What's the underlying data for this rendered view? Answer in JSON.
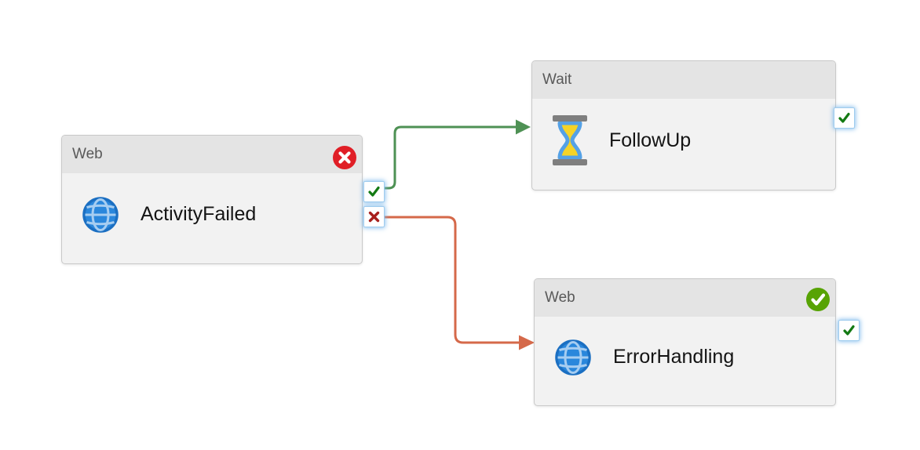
{
  "canvas": {
    "background": "#ffffff",
    "description": "Pipeline activity diagram with three activity nodes and two dependency connectors"
  },
  "colors": {
    "success_connector": "#4e9154",
    "failure_connector": "#d5694a",
    "port_check_glyph": "#137a13",
    "port_cross_glyph": "#a8201d",
    "badge_failed_bg": "#e01e26",
    "badge_succeeded_bg": "#57a304",
    "badge_glyph": "#ffffff",
    "node_header_bg": "#e4e4e4",
    "node_body_bg": "#f2f2f2",
    "globe_fill": "#2a87dc",
    "globe_ring": "#1b6fc2",
    "globe_grid": "#a6cdf1",
    "hourglass_glass": "#54a1e6",
    "hourglass_sand": "#f5d327",
    "hourglass_bar": "#7f7f7f"
  },
  "nodes": {
    "activity_failed": {
      "type_label": "Web",
      "name": "ActivityFailed",
      "status_badge": "failed-x-badge",
      "icon": "web-globe-icon"
    },
    "follow_up": {
      "type_label": "Wait",
      "name": "FollowUp",
      "status_badge": "",
      "icon": "wait-hourglass-icon"
    },
    "error_handling": {
      "type_label": "Web",
      "name": "ErrorHandling",
      "status_badge": "succeeded-check-badge",
      "icon": "web-globe-icon"
    }
  },
  "ports": {
    "activity_failed_success": {
      "icon": "check-icon"
    },
    "activity_failed_failure": {
      "icon": "cross-icon"
    },
    "follow_up_success": {
      "icon": "check-icon"
    },
    "error_handling_success": {
      "icon": "check-icon"
    }
  },
  "connectors": [
    {
      "from": "ActivityFailed",
      "output": "success",
      "to": "FollowUp",
      "color": "#4e9154"
    },
    {
      "from": "ActivityFailed",
      "output": "failure",
      "to": "ErrorHandling",
      "color": "#d5694a"
    }
  ]
}
